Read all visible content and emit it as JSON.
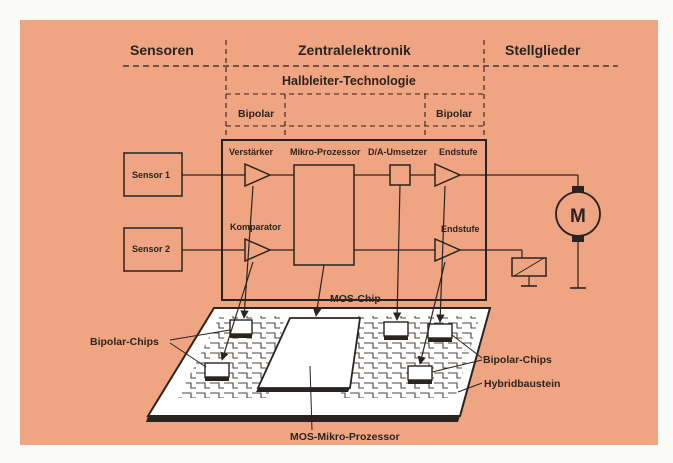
{
  "colors": {
    "background": "#f0a582",
    "ink": "#2b2320",
    "board": "#ffffff"
  },
  "header": {
    "left": "Sensoren",
    "center": "Zentralelektronik",
    "right": "Stellglieder",
    "technology": "Halbleiter-Technologie",
    "bipolar_left": "Bipolar",
    "bipolar_right": "Bipolar"
  },
  "blocks": {
    "sensor1": "Sensor 1",
    "sensor2": "Sensor 2",
    "verstaerker": "Verstärker",
    "komparator": "Komparator",
    "mikroprozessor": "Mikro-Prozessor",
    "da_umsetzer": "D/A-Umsetzer",
    "endstufe1": "Endstufe",
    "endstufe2": "Endstufe",
    "motor": "M"
  },
  "annotations": {
    "mos_chip": "MOS-Chip",
    "bipolar_chips_left": "Bipolar-Chips",
    "bipolar_chips_right": "Bipolar-Chips",
    "hybridbaustein": "Hybridbaustein",
    "mos_mikroprozessor": "MOS-Mikro-Prozessor"
  }
}
